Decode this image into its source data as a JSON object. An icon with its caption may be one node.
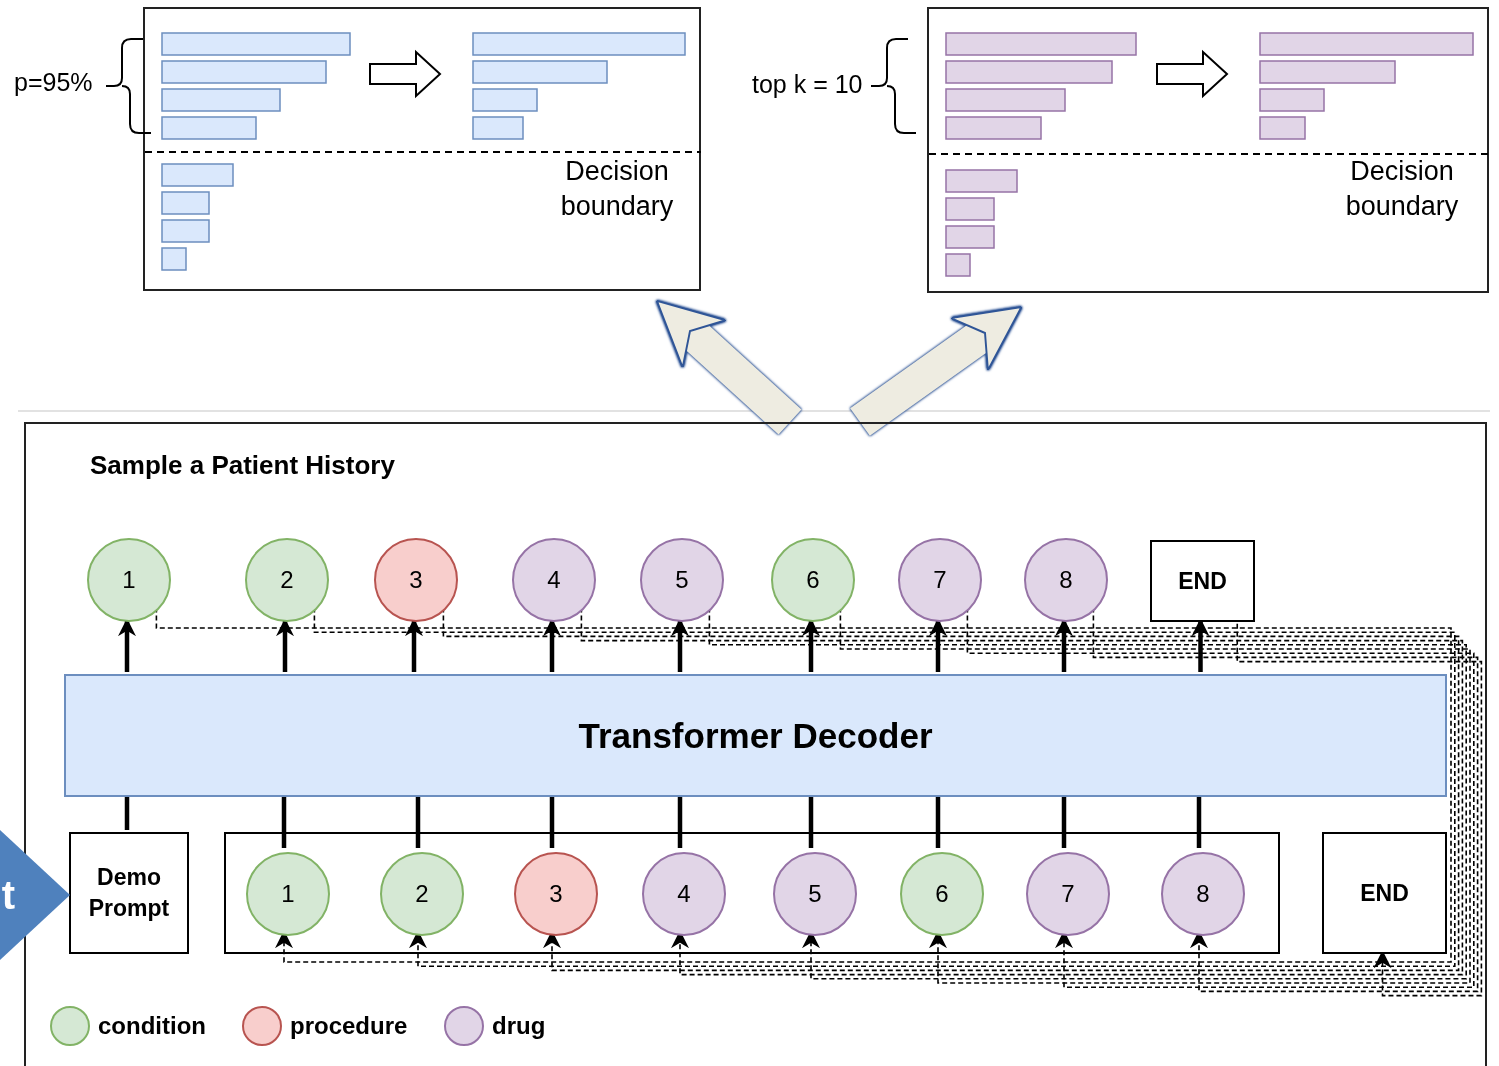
{
  "diagram": {
    "nodes": [
      {
        "text": [
          "Decision boundary"
        ]
      },
      {
        "text": [
          "Decision boundary"
        ]
      },
      {
        "text": [
          "Sample a Patient History"
        ]
      },
      {
        "text": [
          "Transformer Decoder"
        ],
        "in": 2
      },
      {
        "text": [
          "1"
        ],
        "in": 2
      },
      {
        "text": [
          "2"
        ],
        "in": 2
      },
      {
        "text": [
          "3"
        ],
        "in": 2
      },
      {
        "text": [
          "4"
        ],
        "in": 2
      },
      {
        "text": [
          "5"
        ],
        "in": 2
      },
      {
        "text": [
          "6"
        ],
        "in": 2
      },
      {
        "text": [
          "7"
        ],
        "in": 2
      },
      {
        "text": [
          "8"
        ],
        "in": 2
      },
      {
        "text": [
          "END"
        ],
        "in": 2
      },
      {
        "text": [
          "Demo Prompt"
        ],
        "in": 2
      },
      {
        "text": [],
        "shape": "box",
        "in": 2
      },
      {
        "text": [
          "1"
        ],
        "in": 14
      },
      {
        "text": [
          "2"
        ],
        "in": 14
      },
      {
        "text": [
          "3"
        ],
        "in": 14
      },
      {
        "text": [
          "4"
        ],
        "in": 14
      },
      {
        "text": [
          "5"
        ],
        "in": 14
      },
      {
        "text": [
          "6"
        ],
        "in": 14
      },
      {
        "text": [
          "7"
        ],
        "in": 14
      },
      {
        "text": [
          "8"
        ],
        "in": 14
      },
      {
        "text": [
          "END"
        ],
        "in": 2
      },
      {
        "text": [
          "t"
        ]
      }
    ],
    "edges": [
      {
        "from": 2,
        "to": 0,
        "arrow": "to",
        "style": "thick",
        "color": "#eeece1"
      },
      {
        "from": 2,
        "to": 1,
        "arrow": "to",
        "style": "thick",
        "color": "#eeece1"
      },
      {
        "from": 3,
        "to": 4,
        "arrow": "to"
      },
      {
        "from": 3,
        "to": 5,
        "arrow": "to"
      },
      {
        "from": 3,
        "to": 6,
        "arrow": "to"
      },
      {
        "from": 3,
        "to": 7,
        "arrow": "to"
      },
      {
        "from": 3,
        "to": 8,
        "arrow": "to"
      },
      {
        "from": 3,
        "to": 9,
        "arrow": "to"
      },
      {
        "from": 3,
        "to": 10,
        "arrow": "to"
      },
      {
        "from": 3,
        "to": 11,
        "arrow": "to"
      },
      {
        "from": 3,
        "to": 12,
        "arrow": "to"
      },
      {
        "from": 13,
        "to": 3,
        "arrow": "none"
      },
      {
        "from": 15,
        "to": 3,
        "arrow": "none"
      },
      {
        "from": 16,
        "to": 3,
        "arrow": "none"
      },
      {
        "from": 17,
        "to": 3,
        "arrow": "none"
      },
      {
        "from": 18,
        "to": 3,
        "arrow": "none"
      },
      {
        "from": 19,
        "to": 3,
        "arrow": "none"
      },
      {
        "from": 20,
        "to": 3,
        "arrow": "none"
      },
      {
        "from": 21,
        "to": 3,
        "arrow": "none"
      },
      {
        "from": 22,
        "to": 3,
        "arrow": "none"
      },
      {
        "from": 4,
        "to": 15,
        "arrow": "to",
        "style": "dashed"
      },
      {
        "from": 5,
        "to": 16,
        "arrow": "to",
        "style": "dashed"
      },
      {
        "from": 6,
        "to": 17,
        "arrow": "to",
        "style": "dashed"
      },
      {
        "from": 7,
        "to": 18,
        "arrow": "to",
        "style": "dashed"
      },
      {
        "from": 8,
        "to": 19,
        "arrow": "to",
        "style": "dashed"
      },
      {
        "from": 9,
        "to": 20,
        "arrow": "to",
        "style": "dashed"
      },
      {
        "from": 10,
        "to": 21,
        "arrow": "to",
        "style": "dashed"
      },
      {
        "from": 11,
        "to": 22,
        "arrow": "to",
        "style": "dashed"
      },
      {
        "from": 12,
        "to": 23,
        "arrow": "to",
        "style": "dashed"
      }
    ],
    "labels": [
      "p=95%",
      "top k = 10"
    ],
    "legend": [
      {
        "text": "condition",
        "color": "#d5e8d4"
      },
      {
        "text": "procedure",
        "color": "#f8cecc"
      },
      {
        "text": "drug",
        "color": "#e1d5e7"
      }
    ]
  }
}
